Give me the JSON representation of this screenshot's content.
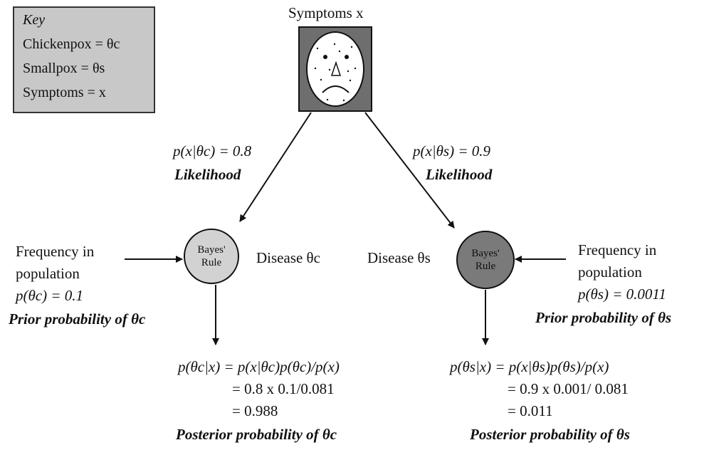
{
  "key": {
    "title": "Key",
    "chickenpox": "Chickenpox = θc",
    "smallpox": "Smallpox = θs",
    "symptoms": "Symptoms = x"
  },
  "symptoms_label": "Symptoms x",
  "left": {
    "likelihood_eq": "p(x|θc) = 0.8",
    "likelihood_label": "Likelihood",
    "bayes": "Bayes' Rule",
    "disease": "Disease θc",
    "freq_line1": "Frequency in",
    "freq_line2": "population",
    "prior_eq": "p(θc) = 0.1",
    "prior_label": "Prior probability of θc",
    "posterior_line1": "p(θc|x) = p(x|θc)p(θc)/p(x)",
    "posterior_line2": "= 0.8 x 0.1/0.081",
    "posterior_line3": "= 0.988",
    "posterior_label": "Posterior probability of θc"
  },
  "right": {
    "likelihood_eq": "p(x|θs) = 0.9",
    "likelihood_label": "Likelihood",
    "bayes": "Bayes' Rule",
    "disease": "Disease θs",
    "freq_line1": "Frequency in",
    "freq_line2": "population",
    "prior_eq": "p(θs) = 0.0011",
    "prior_label": "Prior probability of θs",
    "posterior_line1": "p(θs|x) = p(x|θs)p(θs)/p(x)",
    "posterior_line2": "= 0.9 x 0.001/ 0.081",
    "posterior_line3": "= 0.011",
    "posterior_label": "Posterior probability of θs"
  },
  "colors": {
    "key_fill": "#c8c8c8",
    "face_frame": "#6e6e6e",
    "left_circle": "#d2d2d2",
    "right_circle": "#7a7a7a"
  }
}
